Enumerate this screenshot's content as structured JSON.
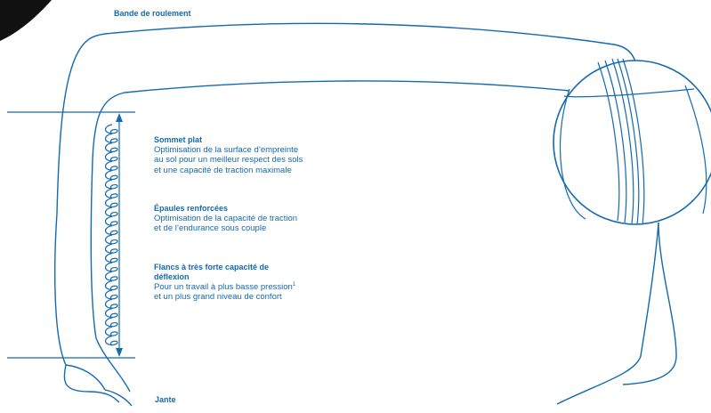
{
  "colors": {
    "line": "#1469b0",
    "corner": "#111111"
  },
  "labels": {
    "tread": "Bande de roulement",
    "rim": "Jante"
  },
  "features": [
    {
      "title": "Sommet plat",
      "lines": [
        "Optimisation de la surface d’empreinte",
        "au sol pour un meilleur respect des sols",
        "et une capacité de traction maximale"
      ]
    },
    {
      "title": "Épaules renforcées",
      "lines": [
        "Optimisation de la capacité de traction",
        "et de l’endurance sous couple"
      ]
    },
    {
      "title_lines": [
        "Flancs à très forte capacité de",
        "déflexion"
      ],
      "lines": [
        "Pour un travail à plus basse pression",
        "et un plus grand niveau de confort"
      ],
      "footnote": "1"
    }
  ],
  "icons": {
    "spring": "spring-coil-icon",
    "magnifier": "zoom-circle-icon",
    "arrow": "double-arrow-icon"
  }
}
